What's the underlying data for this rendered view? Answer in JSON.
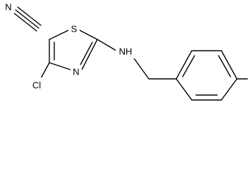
{
  "molecule": {
    "atoms": {
      "N_nitrile": "N",
      "S_ring": "S",
      "N_ring": "N",
      "Cl": "Cl",
      "NH": "NH"
    }
  }
}
